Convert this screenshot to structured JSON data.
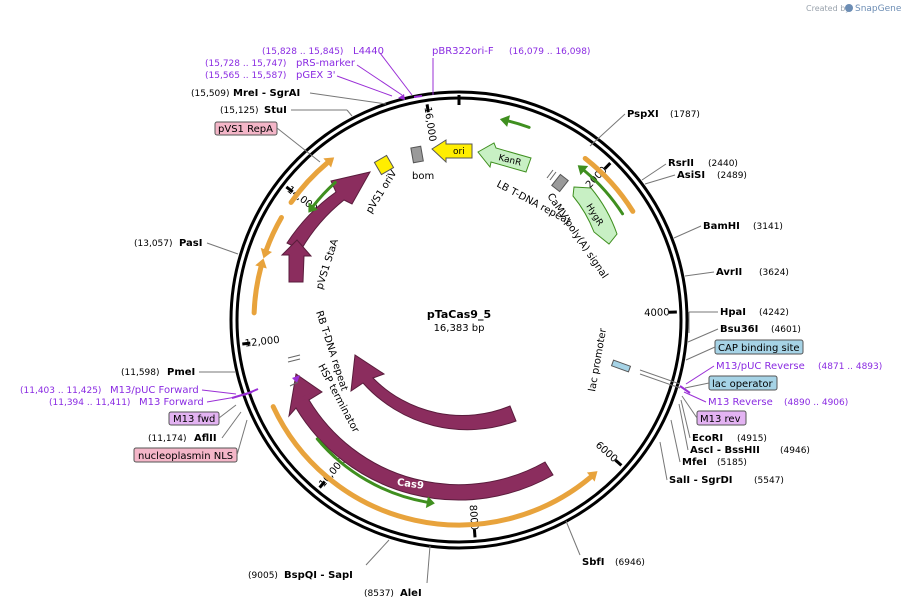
{
  "credit": {
    "label": "Created by",
    "brand": "SnapGene"
  },
  "plasmid": {
    "name": "pTaCas9_5",
    "size": "16,383 bp",
    "length": 16383
  },
  "ticks": [
    "2000",
    "4000",
    "6000",
    "8000",
    "10,000",
    "12,000",
    "14,000",
    "16,000"
  ],
  "enzymes": [
    {
      "name": "PspXI",
      "pos": "(1787)"
    },
    {
      "name": "RsrII",
      "pos": "(2440)"
    },
    {
      "name": "AsiSI",
      "pos": "(2489)"
    },
    {
      "name": "BamHI",
      "pos": "(3141)"
    },
    {
      "name": "AvrII",
      "pos": "(3624)"
    },
    {
      "name": "HpaI",
      "pos": "(4242)"
    },
    {
      "name": "Bsu36I",
      "pos": "(4601)"
    },
    {
      "name": "EcoRI",
      "pos": "(4915)"
    },
    {
      "name": "AscI  -  BssHII",
      "pos": "(4946)"
    },
    {
      "name": "MfeI",
      "pos": "(5185)"
    },
    {
      "name": "SalI  -  SgrDI",
      "pos": "(5547)"
    },
    {
      "name": "SbfI",
      "pos": "(6946)"
    },
    {
      "name": "AleI",
      "pos": "(8537)"
    },
    {
      "name": "BspQI   -  SapI",
      "pos": "(9005)"
    },
    {
      "name": "AflII",
      "pos": "(11,174)"
    },
    {
      "name": "PmeI",
      "pos": "(11,598)"
    },
    {
      "name": "PasI",
      "pos": "(13,057)"
    },
    {
      "name": "StuI",
      "pos": "(15,125)"
    },
    {
      "name": "MreI   -  SgrAI",
      "pos": "(15,509)"
    }
  ],
  "primers": [
    {
      "name": "L4440",
      "pos": "(15,828 .. 15,845)"
    },
    {
      "name": "pBR322ori-F",
      "pos": "(16,079 .. 16,098)"
    },
    {
      "name": "pRS-marker",
      "pos": "(15,728 .. 15,747)"
    },
    {
      "name": "pGEX 3'",
      "pos": "(15,565 .. 15,587)"
    },
    {
      "name": "M13/pUC Reverse",
      "pos": "(4871 .. 4893)"
    },
    {
      "name": "M13 Reverse",
      "pos": "(4890 .. 4906)"
    },
    {
      "name": "M13/pUC Forward",
      "pos": "(11,403 .. 11,425)"
    },
    {
      "name": "M13 Forward",
      "pos": "(11,394 .. 11,411)"
    }
  ],
  "boxed_labels": [
    {
      "name": "pVS1 RepA",
      "color": "#f4b6c8"
    },
    {
      "name": "CAP binding site",
      "color": "#a6d3e6"
    },
    {
      "name": "lac operator",
      "color": "#a6d3e6"
    },
    {
      "name": "M13 rev",
      "color": "#e3b3f2"
    },
    {
      "name": "M13 fwd",
      "color": "#e3b3f2"
    },
    {
      "name": "nucleoplasmin NLS",
      "color": "#f4b6c8"
    }
  ],
  "features": {
    "ori": "ori",
    "kanr": "KanR",
    "hygr": "HygR",
    "bom": "bom",
    "pvs1_oriv": "pVS1 oriV",
    "pvs1_stab": "pVS1 StaA",
    "lb": "LB T-DNA repeat",
    "camv": "CaMV poly(A) signal",
    "lac_promoter": "lac promoter",
    "rb": "RB T-DNA repeat",
    "hsp": "HSP terminator",
    "cas9_inner": "Cas9",
    "cas9_outer": "Cas9"
  },
  "colors": {
    "maroon": "#8b2d5e",
    "orange": "#e8a33c",
    "green": "#3f8f1f",
    "kan_green": "#c8f0c4",
    "ori_yellow": "#ffee00",
    "gray": "#9a9a9a",
    "purple": "#9a2fd6"
  }
}
